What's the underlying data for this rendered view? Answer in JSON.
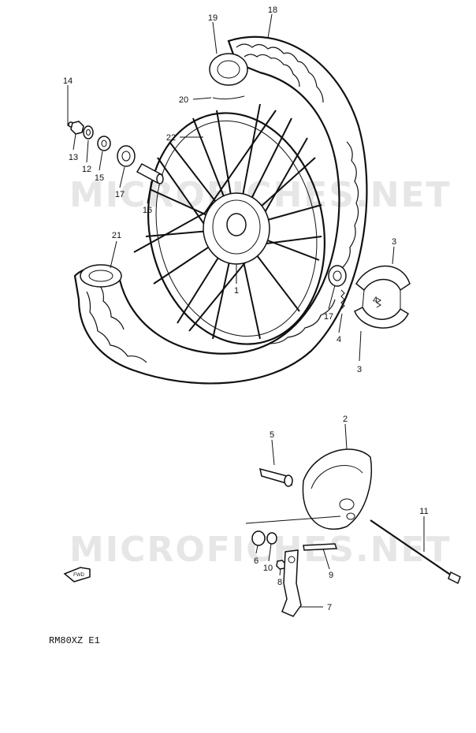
{
  "diagram": {
    "model_code": "RM80XZ E1",
    "watermark": "MICROFICHES.NET",
    "fwd_label": "FWD",
    "callouts": [
      {
        "id": "18",
        "label": "18"
      },
      {
        "id": "19",
        "label": "19"
      },
      {
        "id": "20",
        "label": "20"
      },
      {
        "id": "22",
        "label": "22"
      },
      {
        "id": "14",
        "label": "14"
      },
      {
        "id": "13",
        "label": "13"
      },
      {
        "id": "12",
        "label": "12"
      },
      {
        "id": "15",
        "label": "15"
      },
      {
        "id": "17a",
        "label": "17"
      },
      {
        "id": "16",
        "label": "16"
      },
      {
        "id": "21",
        "label": "21"
      },
      {
        "id": "1",
        "label": "1"
      },
      {
        "id": "3a",
        "label": "3"
      },
      {
        "id": "17b",
        "label": "17"
      },
      {
        "id": "4a",
        "label": "4"
      },
      {
        "id": "4b",
        "label": "4"
      },
      {
        "id": "3b",
        "label": "3"
      },
      {
        "id": "2",
        "label": "2"
      },
      {
        "id": "5",
        "label": "5"
      },
      {
        "id": "11",
        "label": "11"
      },
      {
        "id": "6",
        "label": "6"
      },
      {
        "id": "10",
        "label": "10"
      },
      {
        "id": "8",
        "label": "8"
      },
      {
        "id": "9",
        "label": "9"
      },
      {
        "id": "7",
        "label": "7"
      }
    ]
  }
}
